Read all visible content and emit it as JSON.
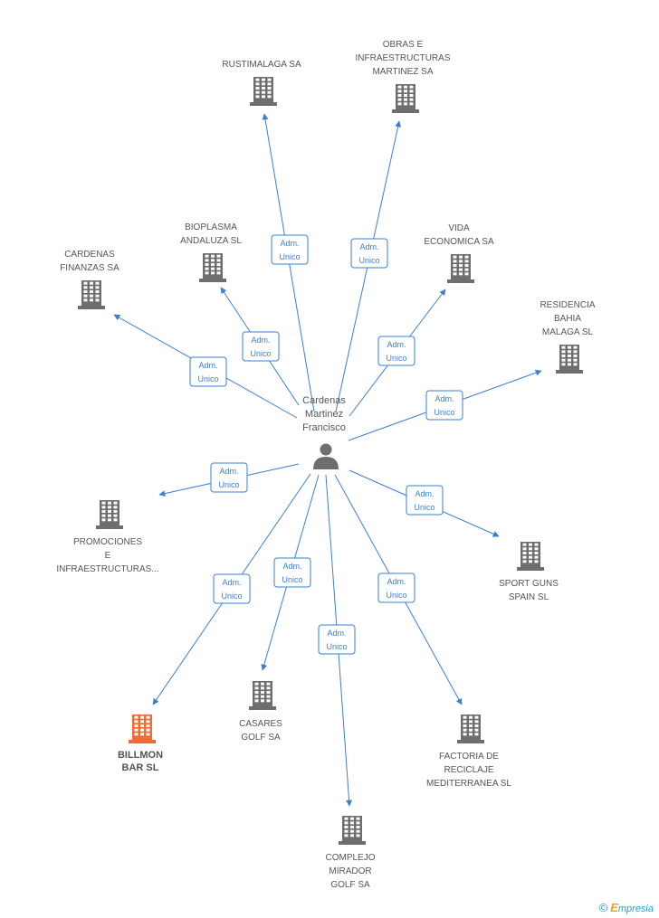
{
  "center": {
    "name_lines": [
      "Cardenas",
      "Martinez",
      "Francisco"
    ],
    "icon": "person-icon"
  },
  "relation_label_lines": [
    "Adm.",
    "Unico"
  ],
  "companies": [
    {
      "id": "rustimalaga",
      "lines": [
        "RUSTIMALAGA SA"
      ]
    },
    {
      "id": "obras",
      "lines": [
        "OBRAS E",
        "INFRAESTRUCTURAS",
        "MARTINEZ SA"
      ]
    },
    {
      "id": "bioplasma",
      "lines": [
        "BIOPLASMA",
        "ANDALUZA SL"
      ]
    },
    {
      "id": "vida",
      "lines": [
        "VIDA",
        "ECONOMICA SA"
      ]
    },
    {
      "id": "cardenas-finanzas",
      "lines": [
        "CARDENAS",
        "FINANZAS SA"
      ]
    },
    {
      "id": "residencia",
      "lines": [
        "RESIDENCIA",
        "BAHIA",
        "MALAGA SL"
      ]
    },
    {
      "id": "promociones",
      "lines": [
        "PROMOCIONES",
        "E",
        "INFRAESTRUCTURAS..."
      ]
    },
    {
      "id": "sport-guns",
      "lines": [
        "SPORT GUNS",
        "SPAIN SL"
      ]
    },
    {
      "id": "billmon",
      "lines": [
        "BILLMON",
        "BAR SL"
      ],
      "highlight": true
    },
    {
      "id": "casares",
      "lines": [
        "CASARES",
        "GOLF SA"
      ]
    },
    {
      "id": "factoria",
      "lines": [
        "FACTORIA DE",
        "RECICLAJE",
        "MEDITERRANEA SL"
      ]
    },
    {
      "id": "complejo",
      "lines": [
        "COMPLEJO",
        "MIRADOR",
        "GOLF SA"
      ]
    }
  ],
  "colors": {
    "edge": "#3a7fd5",
    "building": "#6e6e6e",
    "highlight": "#f26a35",
    "text": "#555555"
  },
  "footer": {
    "copyright": "©",
    "brand_initial": "E",
    "brand_rest": "mpresia"
  }
}
